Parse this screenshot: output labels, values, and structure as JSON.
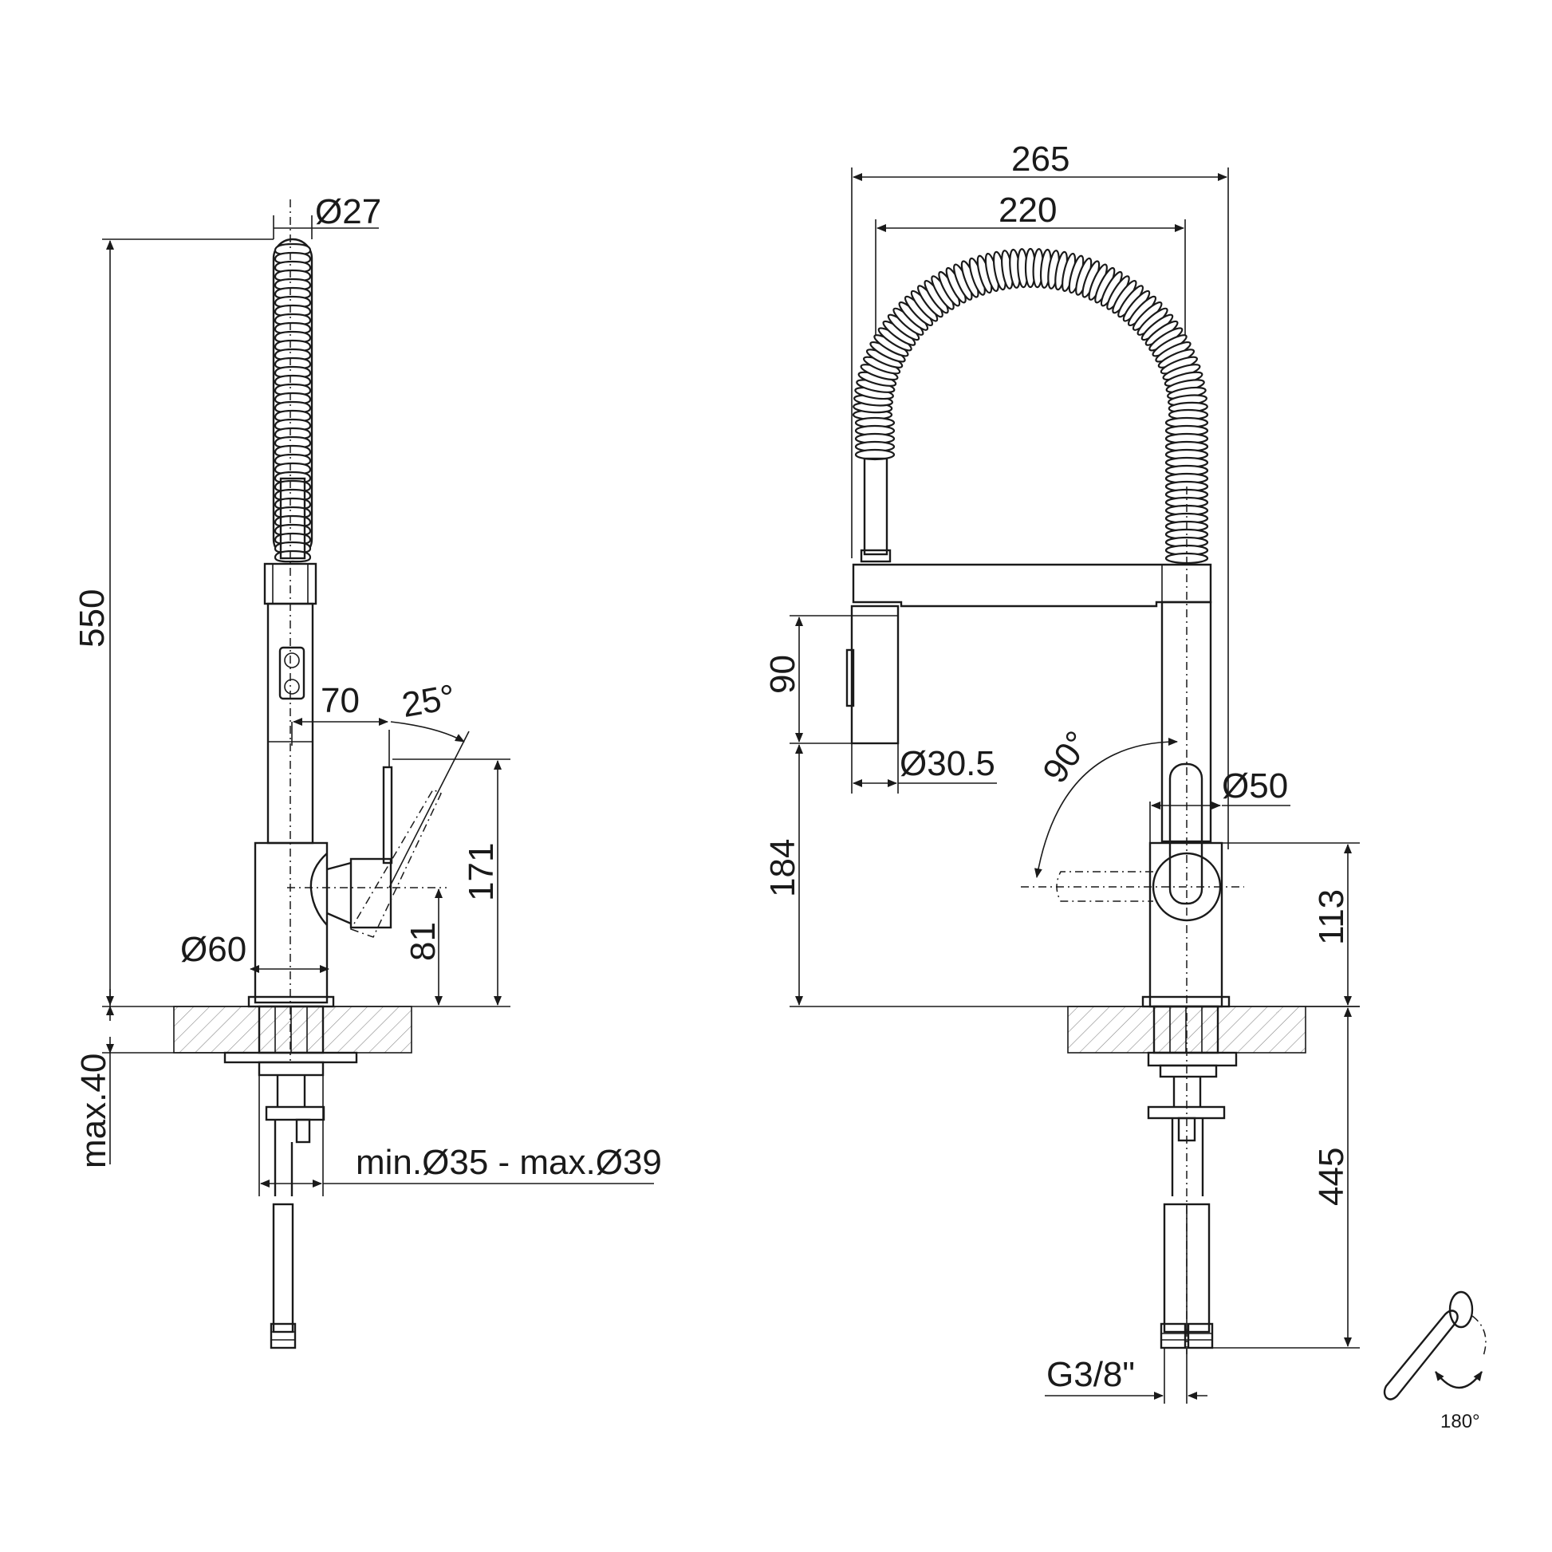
{
  "side_view": {
    "dims": {
      "hose_diameter": "Ø27",
      "total_height": "550",
      "lever_offset": "70",
      "lever_angle": "25°",
      "lever_height": "171",
      "lever_axis_height": "81",
      "body_diameter": "Ø60",
      "deck_thickness": "max.40",
      "hole_diameter": "min.Ø35 - max.Ø39"
    }
  },
  "front_view": {
    "dims": {
      "total_width": "265",
      "coil_width": "220",
      "spray_head_length": "90",
      "spray_head_diameter": "Ø30.5",
      "lever_rotation": "90°",
      "body_diameter": "Ø50",
      "spout_height": "184",
      "lever_axis_height": "113",
      "hose_length": "445",
      "connection_thread": "G3/8\""
    }
  },
  "rotation_icon": {
    "label": "180°"
  }
}
